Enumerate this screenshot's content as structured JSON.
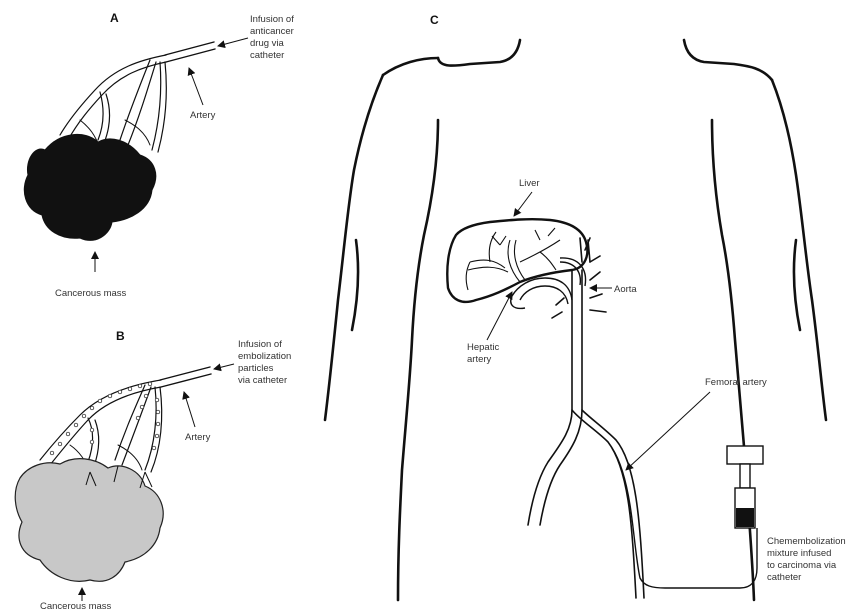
{
  "panel_a": {
    "letter": "A",
    "infusion_label": [
      "Infusion of",
      "anticancer",
      "drug via",
      "catheter"
    ],
    "artery_label": "Artery",
    "mass_label": "Cancerous mass",
    "mass_color": "#111111"
  },
  "panel_b": {
    "letter": "B",
    "infusion_label": [
      "Infusion of",
      "embolization",
      "particles",
      "via catheter"
    ],
    "artery_label": "Artery",
    "mass_label": "Cancerous mass",
    "mass_color": "#c8c8c8"
  },
  "panel_c": {
    "letter": "C",
    "liver_label": "Liver",
    "aorta_label": "Aorta",
    "hepatic_label": [
      "Hepatic",
      "artery"
    ],
    "femoral_label": "Femoral artery",
    "mixture_label": [
      "Chemembolization",
      "mixture infused",
      "to carcinoma via",
      "catheter"
    ],
    "syringe_fill_color": "#111111"
  }
}
